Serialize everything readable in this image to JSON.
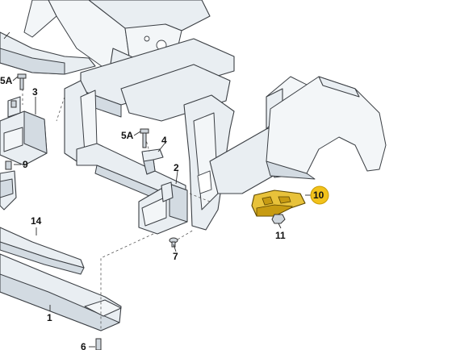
{
  "callouts": {
    "p5a_left": "5A",
    "p3": "3",
    "p9": "9",
    "p5a_mid": "5A",
    "p4": "4",
    "p2": "2",
    "p10": "10",
    "p11": "11",
    "p14": "14",
    "p7": "7",
    "p1": "1",
    "p6": "6"
  },
  "colors": {
    "highlight": "#e8c23a",
    "badge": "#f2c21b",
    "line": "#3b3f44"
  }
}
